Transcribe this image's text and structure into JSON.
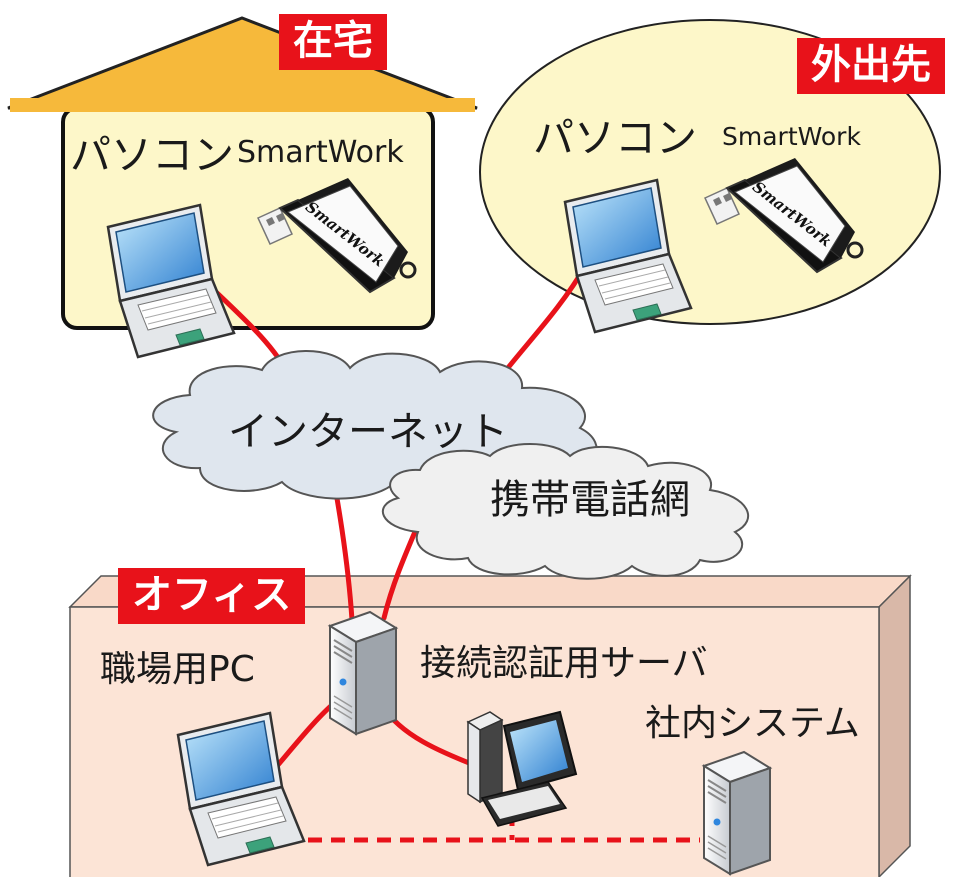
{
  "home": {
    "tag": "在宅",
    "pc_label": "パソコン",
    "device_label": "SmartWork",
    "usb_brand": "SmartWork"
  },
  "outside": {
    "tag": "外出先",
    "pc_label": "パソコン",
    "device_label": "SmartWork",
    "usb_brand": "SmartWork"
  },
  "networks": {
    "internet": "インターネット",
    "mobile": "携帯電話網"
  },
  "office": {
    "tag": "オフィス",
    "work_pc": "職場用PC",
    "auth_server": "接続認証用サーバ",
    "internal_system": "社内システム"
  },
  "colors": {
    "tag_bg": "#e8121a",
    "link": "#e8121a",
    "house_roof": "#f6b93b",
    "house_body": "#fdf7c9",
    "outside_fill": "#fdf7c9",
    "cloud_internet": "#dfe6ee",
    "cloud_mobile": "#f0f0f0",
    "office_front": "#fce4d6",
    "office_side": "#d9b8a8"
  },
  "icons": [
    "laptop-icon",
    "usb-key-icon",
    "server-icon",
    "desktop-pc-icon",
    "cloud-icon"
  ]
}
